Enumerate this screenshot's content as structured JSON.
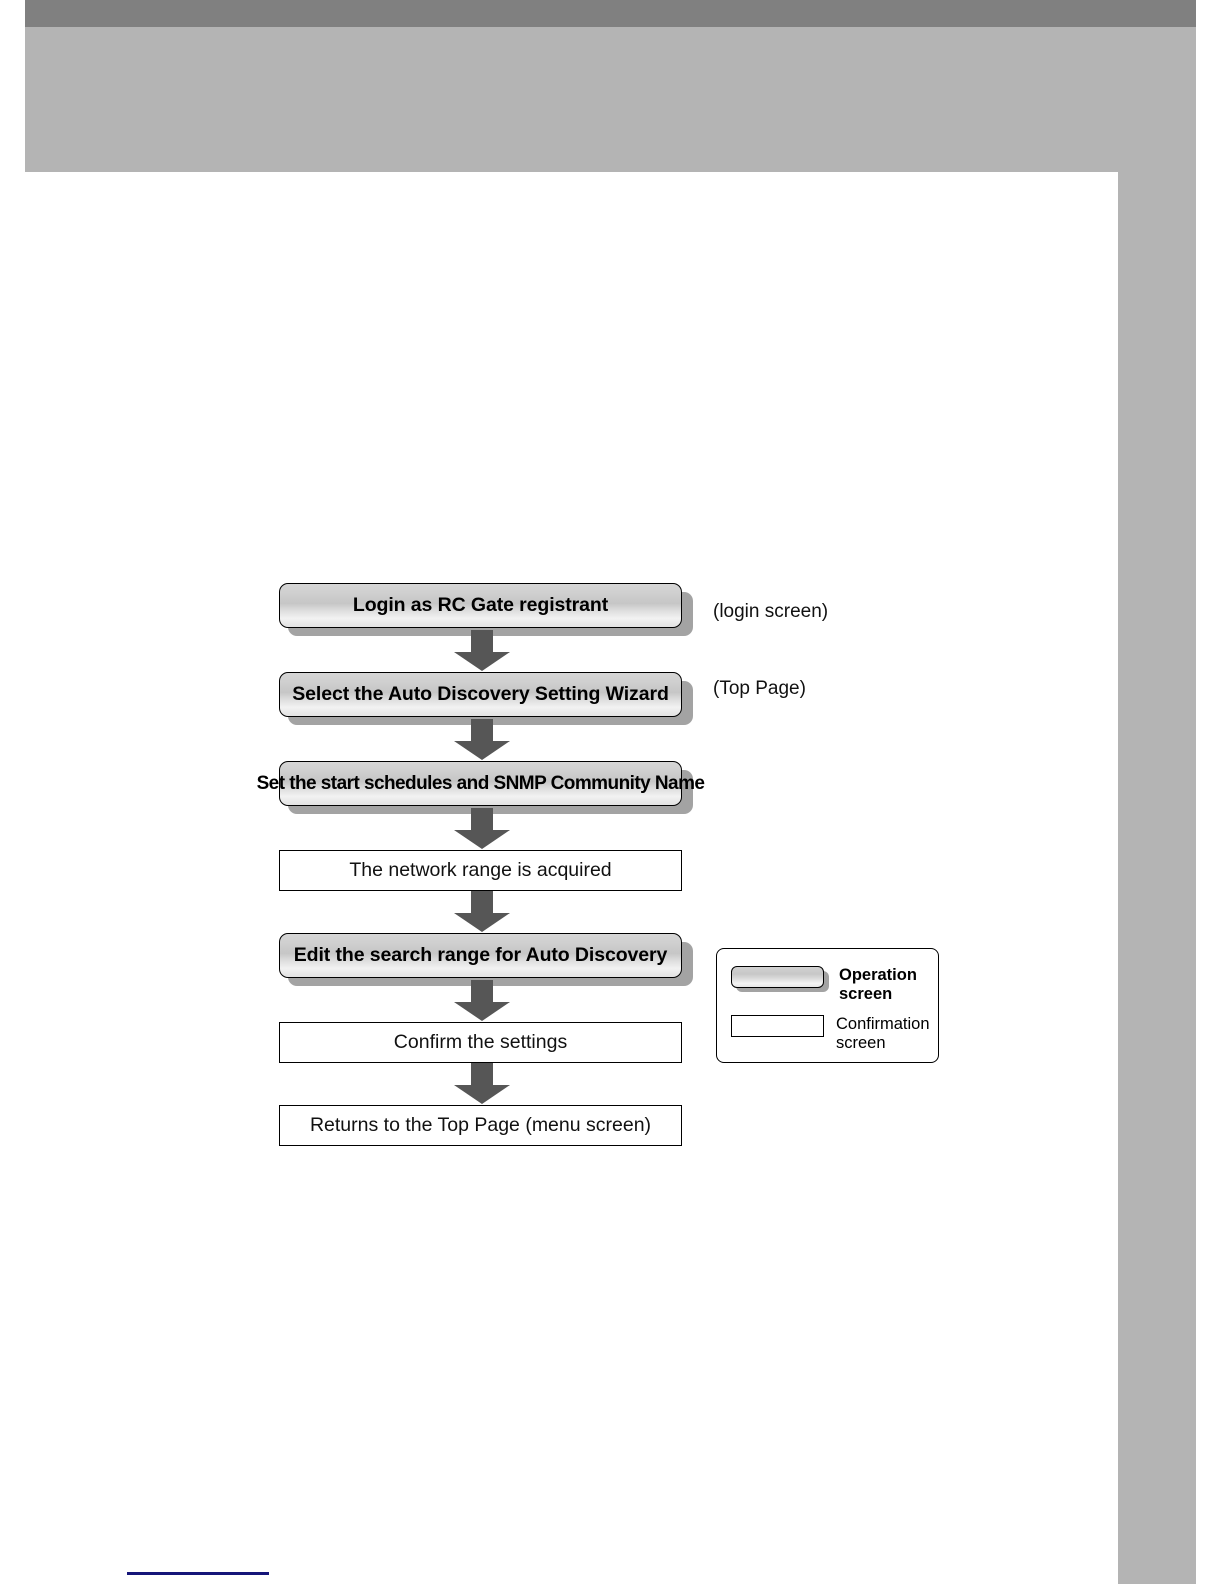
{
  "page": {
    "header_band_color": "#b4b4b4",
    "header_strip_color": "#808080",
    "footer_rule_color": "#151579"
  },
  "flow": {
    "steps": [
      {
        "type": "operation",
        "label": "Login as RC Gate registrant",
        "note": "(login screen)"
      },
      {
        "type": "operation",
        "label": "Select the Auto Discovery Setting Wizard",
        "note": "(Top Page)"
      },
      {
        "type": "operation",
        "label": "Set the start schedules and SNMP Community Name",
        "note": ""
      },
      {
        "type": "confirmation",
        "label": "The network range is acquired",
        "note": ""
      },
      {
        "type": "operation",
        "label": "Edit the search range for Auto Discovery",
        "note": ""
      },
      {
        "type": "confirmation",
        "label": "Confirm the settings",
        "note": ""
      },
      {
        "type": "confirmation",
        "label": "Returns to the Top Page (menu screen)",
        "note": ""
      }
    ],
    "arrow_color": "#565656"
  },
  "legend": {
    "operation_label": "Operation\nscreen",
    "confirmation_label": "Confirmation\nscreen"
  }
}
